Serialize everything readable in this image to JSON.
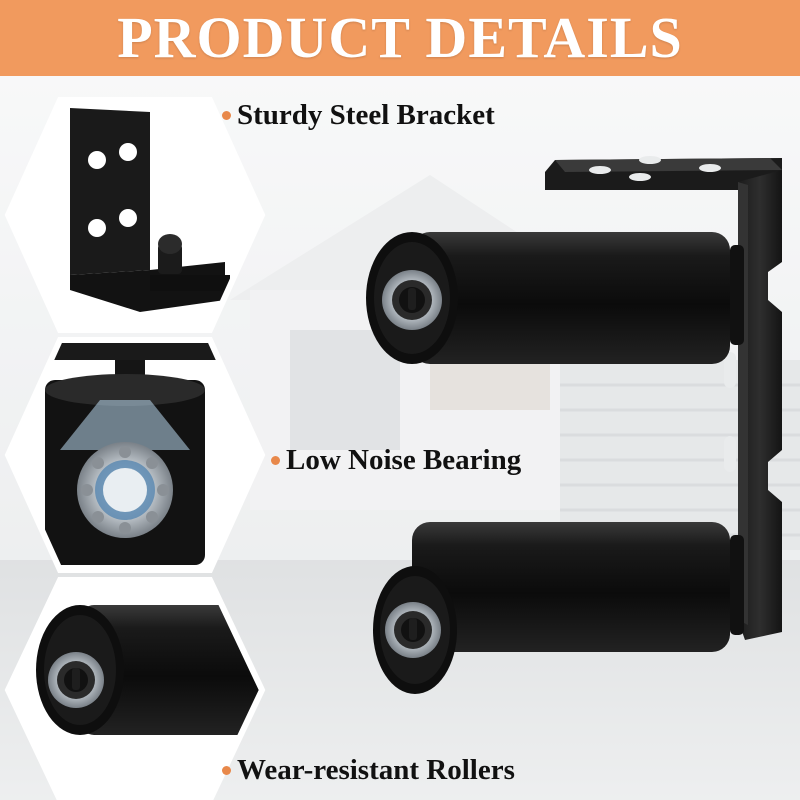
{
  "header": {
    "title": "PRODUCT DETAILS",
    "background_color": "#f19a5e",
    "text_color": "#ffffff"
  },
  "features": [
    {
      "label": "Sturdy Steel Bracket",
      "bullet_color": "#e8884a"
    },
    {
      "label": "Low Noise Bearing",
      "bullet_color": "#e8884a"
    },
    {
      "label": "Wear-resistant Rollers",
      "bullet_color": "#e8884a"
    }
  ],
  "product": {
    "finish_color": "#141414",
    "bearing_color": "#c9cfd4"
  },
  "icons": {
    "bracket_detail": "bracket-closeup-icon",
    "bearing_detail": "bearing-closeup-icon",
    "roller_detail": "roller-closeup-icon",
    "main_product": "roller-guide-bracket-icon"
  }
}
